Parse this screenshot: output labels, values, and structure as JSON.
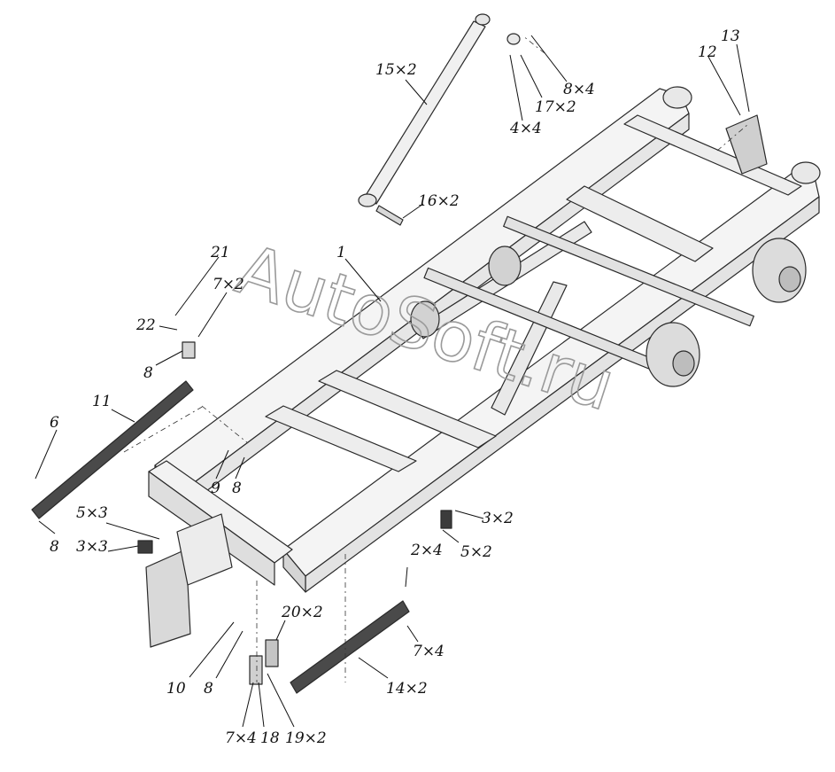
{
  "watermark": "AutoSoft.ru",
  "callouts": [
    {
      "id": "c1",
      "label": "1"
    },
    {
      "id": "c2",
      "label": "2×4"
    },
    {
      "id": "c3a",
      "label": "3×2"
    },
    {
      "id": "c3b",
      "label": "3×3"
    },
    {
      "id": "c4",
      "label": "4×4"
    },
    {
      "id": "c5a",
      "label": "5×3"
    },
    {
      "id": "c5b",
      "label": "5×2"
    },
    {
      "id": "c6",
      "label": "6"
    },
    {
      "id": "c7a",
      "label": "7×2"
    },
    {
      "id": "c7b",
      "label": "7×4"
    },
    {
      "id": "c7c",
      "label": "7×4"
    },
    {
      "id": "c8a",
      "label": "8×4"
    },
    {
      "id": "c8b",
      "label": "8"
    },
    {
      "id": "c8c",
      "label": "8"
    },
    {
      "id": "c8d",
      "label": "8"
    },
    {
      "id": "c8e",
      "label": "8"
    },
    {
      "id": "c9",
      "label": "9"
    },
    {
      "id": "c10",
      "label": "10"
    },
    {
      "id": "c11",
      "label": "11"
    },
    {
      "id": "c12",
      "label": "12"
    },
    {
      "id": "c13",
      "label": "13"
    },
    {
      "id": "c14",
      "label": "14×2"
    },
    {
      "id": "c15",
      "label": "15×2"
    },
    {
      "id": "c16",
      "label": "16×2"
    },
    {
      "id": "c17",
      "label": "17×2"
    },
    {
      "id": "c18",
      "label": "18"
    },
    {
      "id": "c19",
      "label": "19×2"
    },
    {
      "id": "c20",
      "label": "20×2"
    },
    {
      "id": "c21",
      "label": "21"
    },
    {
      "id": "c22",
      "label": "22"
    }
  ]
}
